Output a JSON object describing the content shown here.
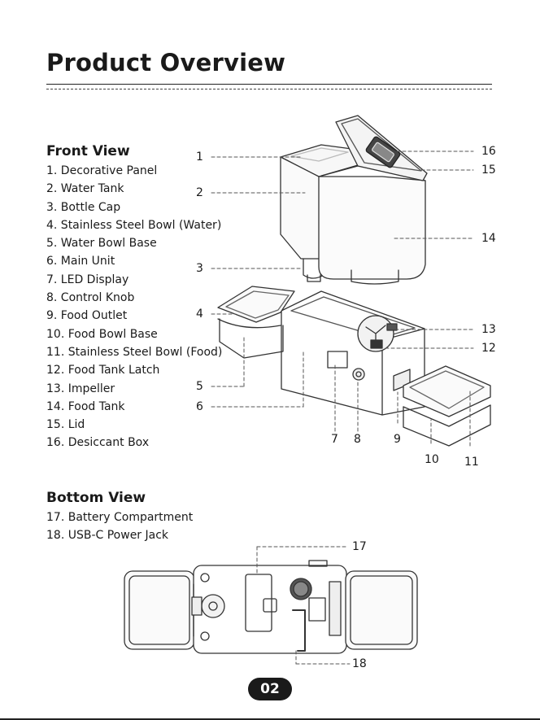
{
  "page": {
    "title": "Product Overview",
    "page_number": "02"
  },
  "front_view": {
    "heading": "Front View",
    "items": [
      "1. Decorative Panel",
      "2. Water Tank",
      "3. Bottle Cap",
      "4. Stainless Steel Bowl (Water)",
      "5. Water Bowl Base",
      "6. Main Unit",
      "7. LED Display",
      "8. Control Knob",
      "9. Food Outlet",
      "10. Food Bowl Base",
      "11. Stainless Steel Bowl (Food)",
      "12. Food Tank Latch",
      "13. Impeller",
      "14. Food Tank",
      "15. Lid",
      "16. Desiccant Box"
    ],
    "callouts": [
      "1",
      "2",
      "3",
      "4",
      "5",
      "6",
      "7",
      "8",
      "9",
      "10",
      "11",
      "12",
      "13",
      "14",
      "15",
      "16"
    ]
  },
  "bottom_view": {
    "heading": "Bottom View",
    "items": [
      "17. Battery Compartment",
      "18. USB-C Power Jack"
    ],
    "callouts": [
      "17",
      "18"
    ]
  }
}
